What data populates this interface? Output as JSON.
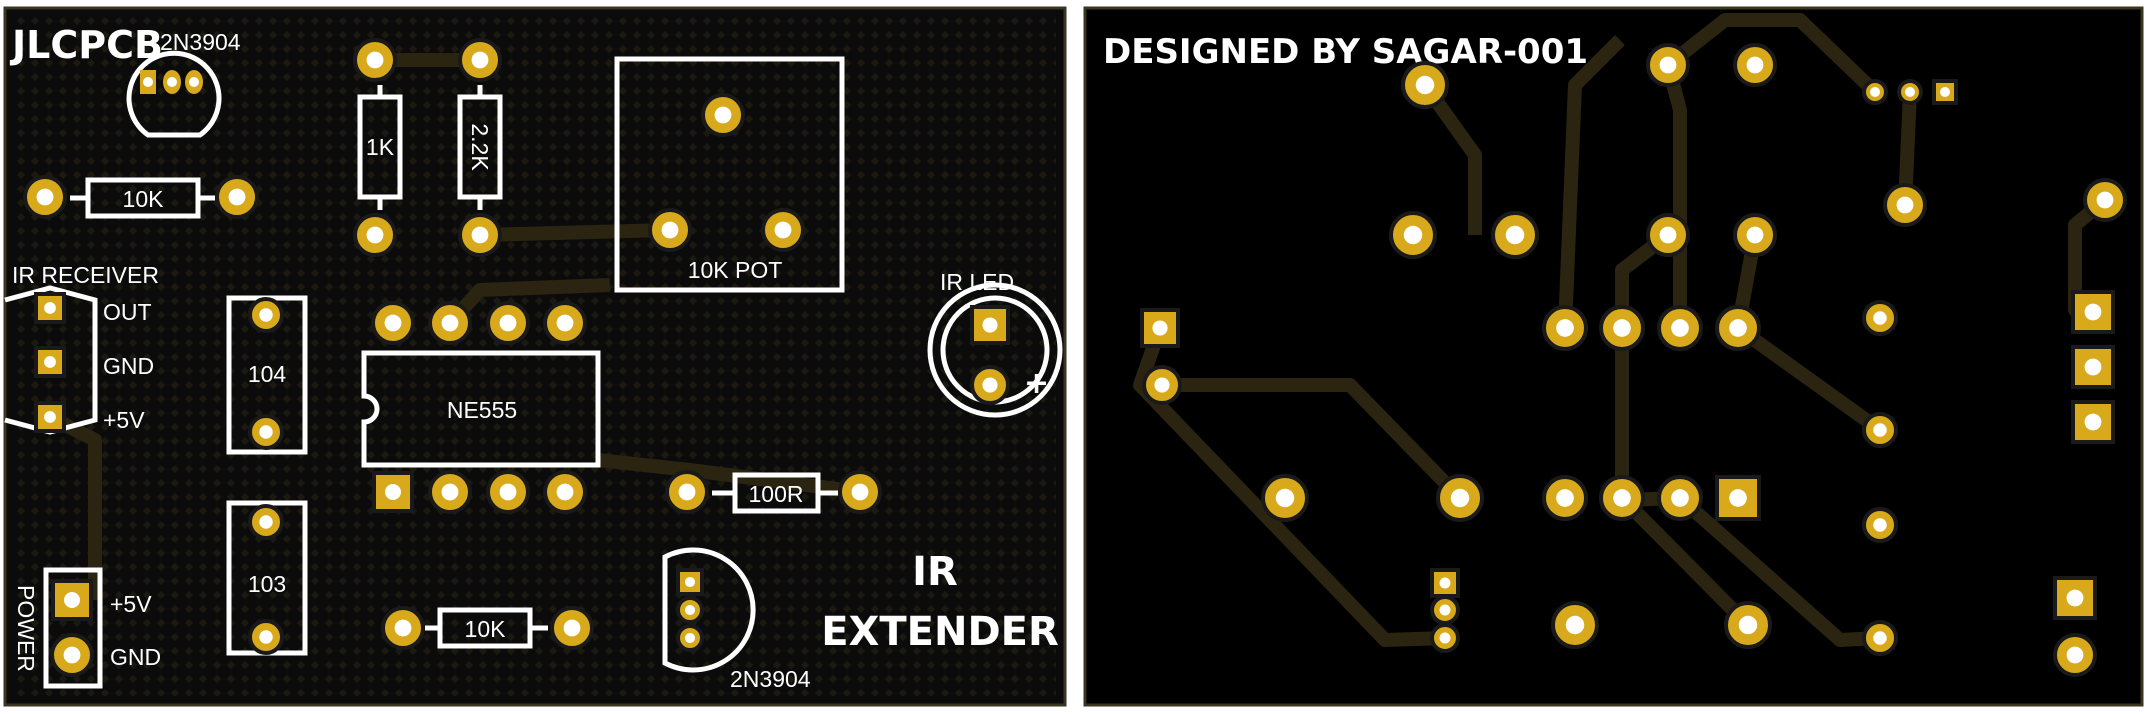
{
  "colors": {
    "board": "#0b0b0b",
    "copper": "#d9a91c",
    "silkscreen": "#ffffff",
    "drill": "#ffffff",
    "frame": "#3a3520"
  },
  "top_view": {
    "logo": "JLCPCB",
    "transistor_top_label": "2N3904",
    "transistor_bottom_label": "2N3904",
    "r_1k": "1K",
    "r_2k2": "2.2K",
    "r_10k_top": "10K",
    "r_10k_bottom": "10K",
    "pot_label": "10K POT",
    "ir_receiver": {
      "title": "IR RECEIVER",
      "pins": [
        "OUT",
        "GND",
        "+5V"
      ]
    },
    "cap_104": "104",
    "cap_103": "103",
    "ic_label": "NE555",
    "r_100r": "100R",
    "ir_led": {
      "title": "IR LED",
      "polarity": "+"
    },
    "power": {
      "title": "POWER",
      "pins": [
        "+5V",
        "GND"
      ]
    },
    "project_title": [
      "IR",
      "EXTENDER"
    ]
  },
  "bottom_view": {
    "credit": "DESIGNED BY SAGAR-001"
  }
}
